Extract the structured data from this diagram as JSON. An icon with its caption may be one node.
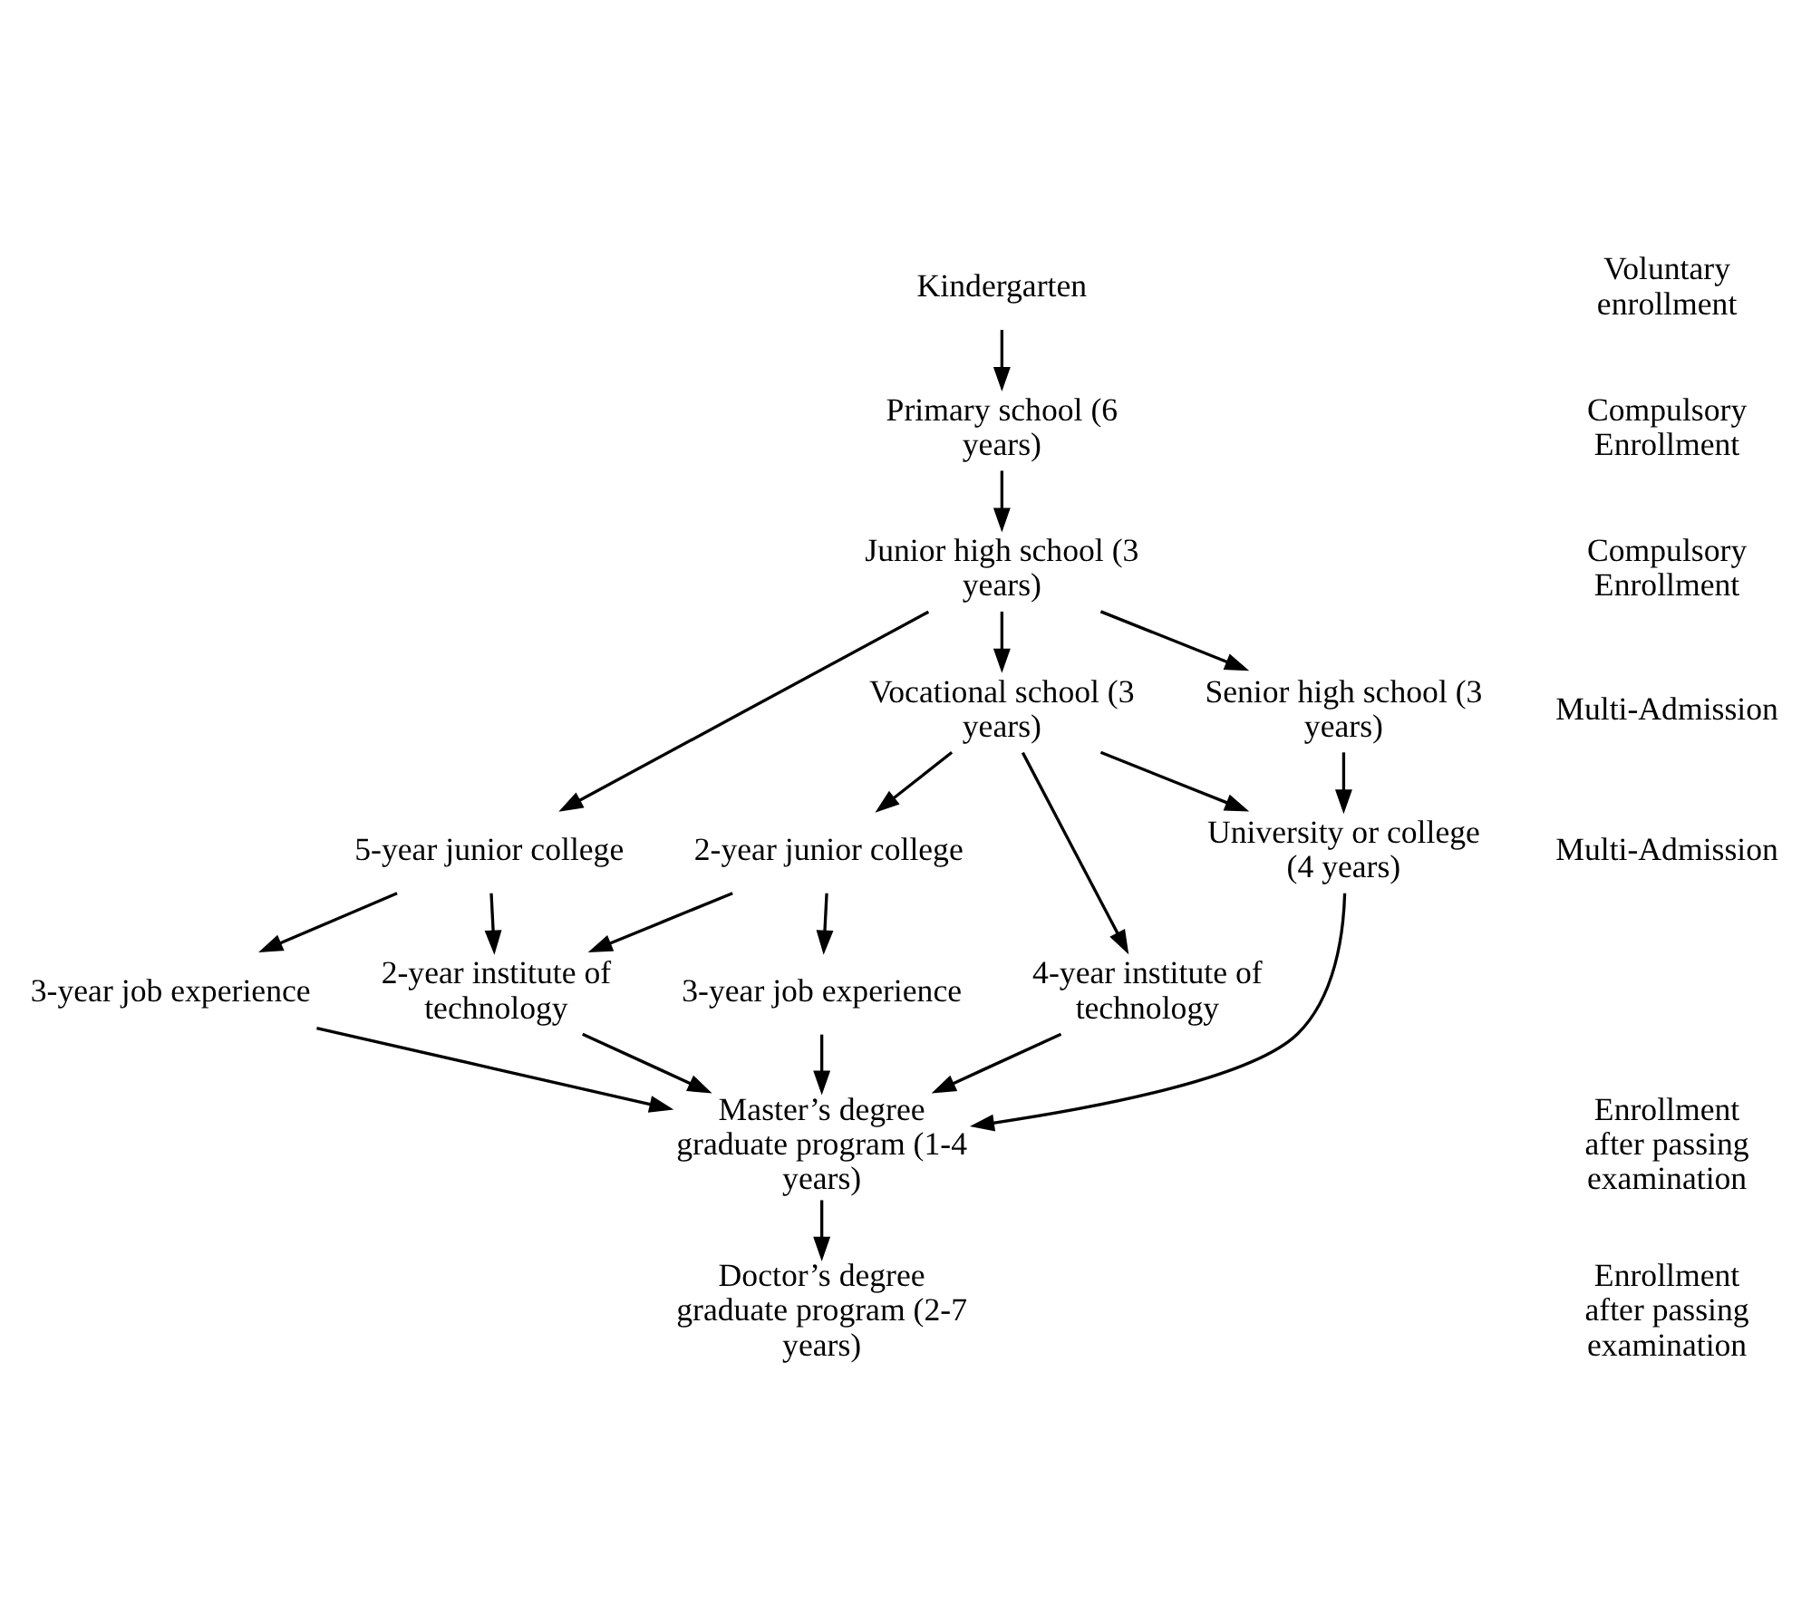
{
  "diagram": {
    "nodes": [
      {
        "text": [
          "Kindergarten"
        ]
      },
      {
        "text": [
          "Primary school (6 years)"
        ]
      },
      {
        "text": [
          "Junior high school (3 years)"
        ]
      },
      {
        "text": [
          "Senior high school (3 years)"
        ]
      },
      {
        "text": [
          "Vocational school (3 years)"
        ]
      },
      {
        "text": [
          "5-year junior college"
        ]
      },
      {
        "text": [
          "University or college (4 years)"
        ]
      },
      {
        "text": [
          "2-year junior college"
        ]
      },
      {
        "text": [
          "4-year institute of technology"
        ]
      },
      {
        "text": [
          "3-year job experience"
        ]
      },
      {
        "text": [
          "3-year job experience"
        ]
      },
      {
        "text": [
          "2-year institute of technology"
        ]
      },
      {
        "text": [
          "Master’s degree graduate program (1-4 years)"
        ]
      },
      {
        "text": [
          "Doctor’s degree graduate program (2-7 years)"
        ]
      }
    ],
    "edges": [
      {
        "from": 0,
        "to": 1,
        "arrow": "to"
      },
      {
        "from": 1,
        "to": 2,
        "arrow": "to"
      },
      {
        "from": 2,
        "to": 3,
        "arrow": "to"
      },
      {
        "from": 2,
        "to": 4,
        "arrow": "to"
      },
      {
        "from": 2,
        "to": 5,
        "arrow": "to"
      },
      {
        "from": 3,
        "to": 6,
        "arrow": "to"
      },
      {
        "from": 4,
        "to": 6,
        "arrow": "to"
      },
      {
        "from": 4,
        "to": 7,
        "arrow": "to"
      },
      {
        "from": 4,
        "to": 8,
        "arrow": "to"
      },
      {
        "from": 5,
        "to": 9,
        "arrow": "to"
      },
      {
        "from": 7,
        "to": 10,
        "arrow": "to"
      },
      {
        "from": 7,
        "to": 11,
        "arrow": "to"
      },
      {
        "from": 5,
        "to": 11,
        "arrow": "to"
      },
      {
        "from": 6,
        "to": 12,
        "arrow": "to"
      },
      {
        "from": 10,
        "to": 12,
        "arrow": "to"
      },
      {
        "from": 11,
        "to": 12,
        "arrow": "to"
      },
      {
        "from": 8,
        "to": 12,
        "arrow": "to"
      },
      {
        "from": 9,
        "to": 12,
        "arrow": "to"
      },
      {
        "from": 12,
        "to": 13,
        "arrow": "to"
      }
    ],
    "labels": [
      "Voluntary enrollment",
      "Compulsory Enrollment",
      "Compulsory Enrollment",
      "Multi-Admission",
      "Multi-Admission",
      "Enrollment after passing examination",
      "Enrollment after passing examination"
    ]
  }
}
